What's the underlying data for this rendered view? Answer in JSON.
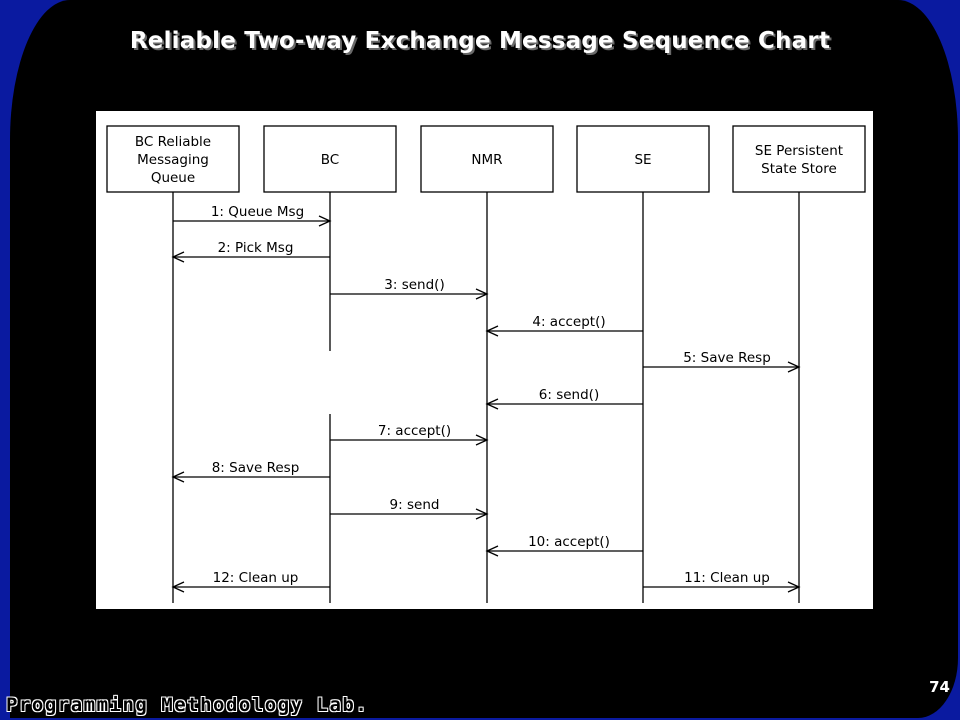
{
  "slide": {
    "title": "Reliable Two-way Exchange Message Sequence Chart",
    "page_number": "74",
    "footer": "Programming Methodology Lab."
  },
  "diagram": {
    "participants": [
      {
        "id": "bcq",
        "label_lines": [
          "BC Reliable",
          "Messaging",
          "Queue"
        ]
      },
      {
        "id": "bc",
        "label_lines": [
          "BC"
        ]
      },
      {
        "id": "nmr",
        "label_lines": [
          "NMR"
        ]
      },
      {
        "id": "se",
        "label_lines": [
          "SE"
        ]
      },
      {
        "id": "store",
        "label_lines": [
          "SE Persistent",
          "State Store"
        ]
      }
    ],
    "messages": [
      {
        "label": "1: Queue Msg",
        "from": "bcq",
        "to": "bc"
      },
      {
        "label": "2: Pick Msg",
        "from": "bc",
        "to": "bcq"
      },
      {
        "label": "3: send()",
        "from": "bc",
        "to": "nmr"
      },
      {
        "label": "4: accept()",
        "from": "se",
        "to": "nmr"
      },
      {
        "label": "5: Save Resp",
        "from": "se",
        "to": "store"
      },
      {
        "label": "6: send()",
        "from": "se",
        "to": "nmr"
      },
      {
        "label": "7: accept()",
        "from": "bc",
        "to": "nmr"
      },
      {
        "label": "8: Save Resp",
        "from": "bc",
        "to": "bcq"
      },
      {
        "label": "9: send",
        "from": "bc",
        "to": "nmr"
      },
      {
        "label": "10: accept()",
        "from": "se",
        "to": "nmr"
      },
      {
        "label": "12: Clean up",
        "from": "bc",
        "to": "bcq"
      },
      {
        "label": "11: Clean up",
        "from": "se",
        "to": "store"
      }
    ]
  }
}
